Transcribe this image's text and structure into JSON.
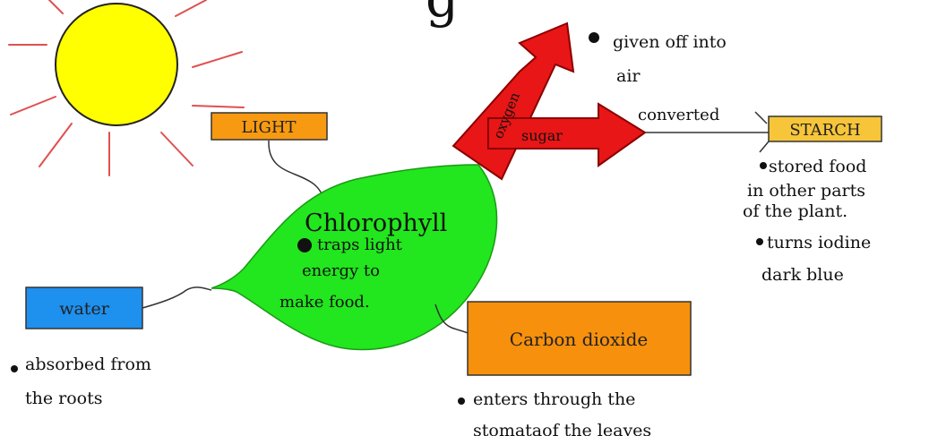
{
  "title_fragment": "g",
  "boxes": {
    "light": "LIGHT",
    "starch": "STARCH",
    "water": "water",
    "carbon_dioxide": "Carbon dioxide"
  },
  "leaf": {
    "title": "Chlorophyll",
    "lines": [
      "traps light",
      "energy to",
      "make food."
    ]
  },
  "arrows": {
    "oxygen": "oxygen",
    "sugar": "sugar",
    "converted": "converted"
  },
  "notes": {
    "oxygen": [
      "given off into",
      "air"
    ],
    "starch_1": [
      "stored food",
      "in other parts",
      "of the plant."
    ],
    "starch_2": [
      "turns iodine",
      "dark blue"
    ],
    "water": [
      "absorbed from",
      "the roots"
    ],
    "co2": [
      "enters through the",
      "stomataof the leaves"
    ]
  },
  "colors": {
    "sun_fill": "#ffff00",
    "sun_rays": "#e05050",
    "leaf": "#22e61e",
    "arrow": "#e81616",
    "light_box": "#f79a12",
    "starch_box": "#f7c53a",
    "water_box": "#1e90ee",
    "co2_box": "#f7900c"
  }
}
